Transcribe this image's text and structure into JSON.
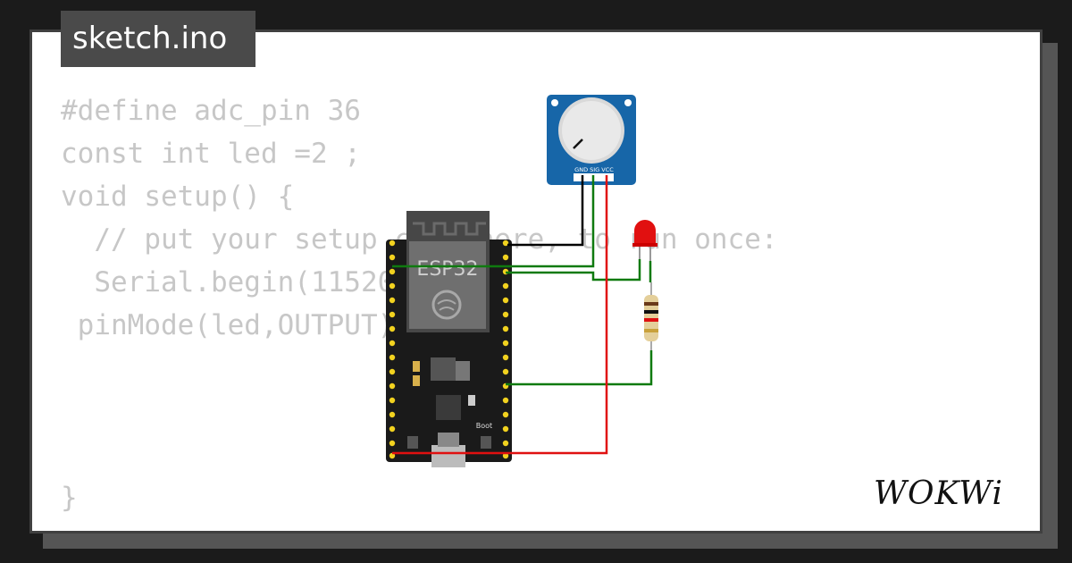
{
  "file_tab": {
    "label": "sketch.ino"
  },
  "code_lines": [
    "#define adc_pin 36",
    "const int led =2 ;",
    "void setup() {",
    "  // put your setup code here, to run once:",
    "  Serial.begin(115200);",
    " pinMode(led,OUTPUT);",
    "}"
  ],
  "board": {
    "label": "ESP32",
    "boot_label": "Boot"
  },
  "potentiometer": {
    "pin_labels": "GND SIG VCC"
  },
  "led": {
    "color": "#e11010"
  },
  "wires": {
    "gnd_color": "#000000",
    "signal_color": "#0f7a0f",
    "power_color": "#e01010"
  },
  "brand": {
    "logo_text": "WOKWi"
  }
}
